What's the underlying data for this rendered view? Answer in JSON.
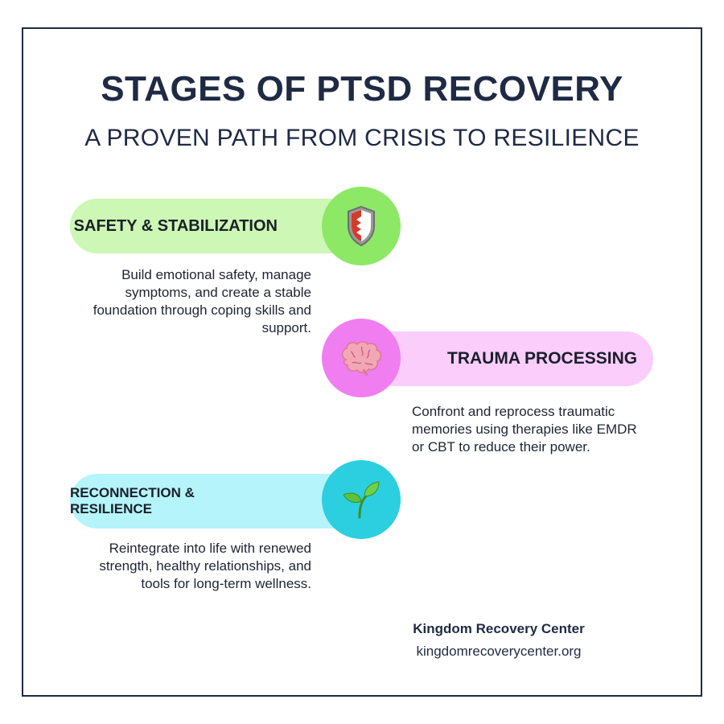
{
  "header": {
    "title": "STAGES OF PTSD RECOVERY",
    "subtitle": "A PROVEN PATH FROM CRISIS TO RESILIENCE"
  },
  "stages": [
    {
      "label": "SAFETY & STABILIZATION",
      "description": "Build emotional safety, manage symptoms, and create a stable foundation through coping skills and support.",
      "icon": "shield-icon",
      "pill_color": "#ccf7b4",
      "circle_color": "#8de866"
    },
    {
      "label": "TRAUMA PROCESSING",
      "description": "Confront and reprocess traumatic memories using therapies like EMDR or CBT to reduce their power.",
      "icon": "brain-icon",
      "pill_color": "#fbcdfb",
      "circle_color": "#f07ef0"
    },
    {
      "label": "RECONNECTION & RESILIENCE",
      "description": "Reintegrate into life with renewed strength, healthy relationships, and tools for long-term wellness.",
      "icon": "seedling-icon",
      "pill_color": "#b5f4fb",
      "circle_color": "#2ccfe0"
    }
  ],
  "footer": {
    "brand": "Kingdom Recovery Center",
    "url": "kingdomrecoverycenter.org"
  }
}
